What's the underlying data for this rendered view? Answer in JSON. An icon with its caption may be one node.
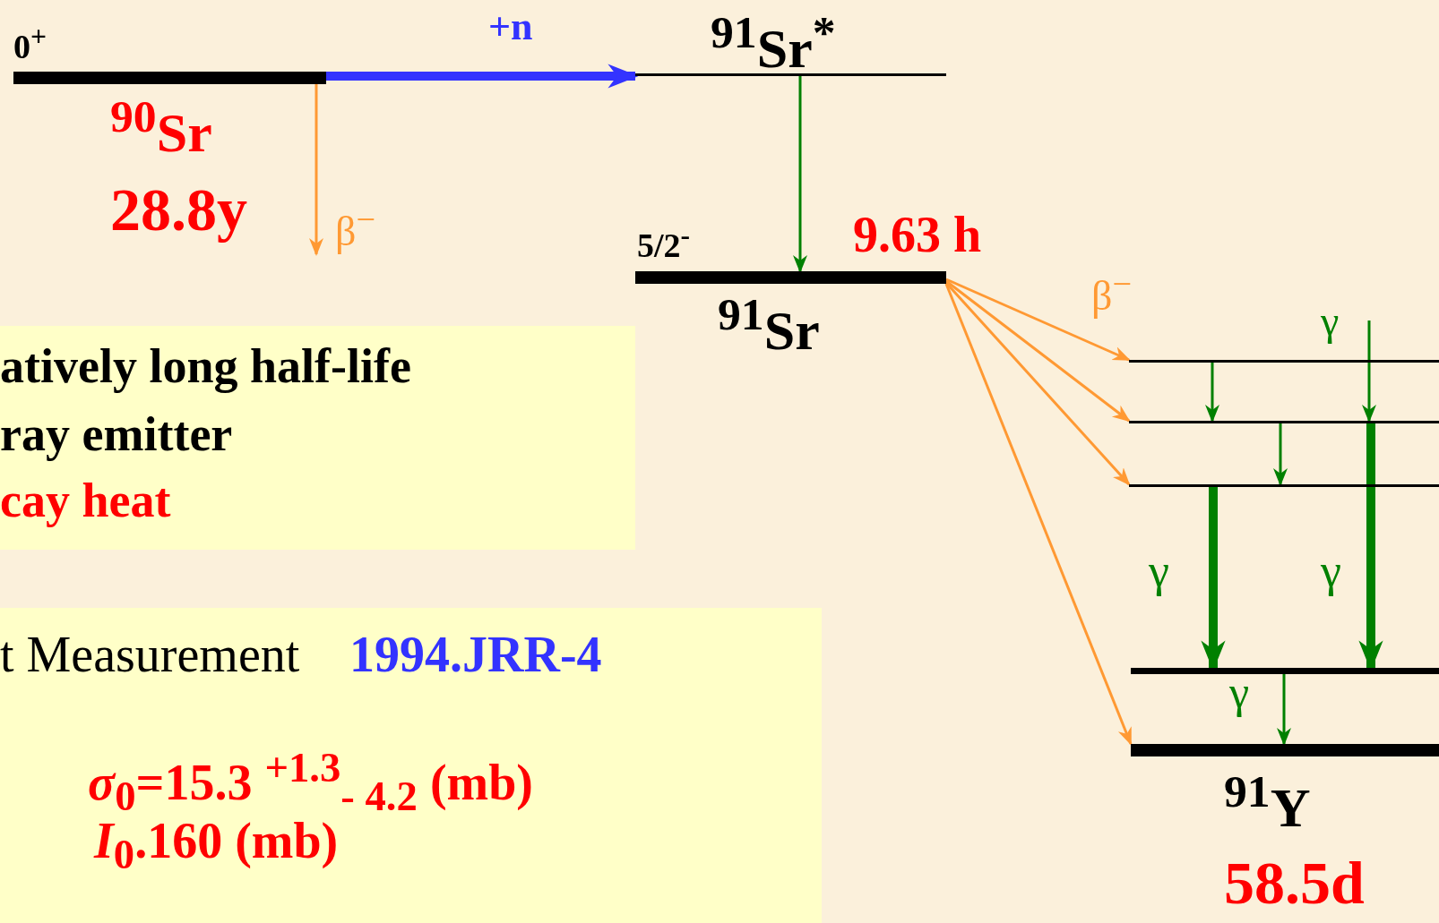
{
  "diagram": {
    "nodes": [
      {
        "text": [
          "0$^{+}$"
        ],
        "beside": [
          "$^{90}$Sr",
          "28.8y"
        ]
      },
      {
        "text": [
          "$^{91}$Sr$^{*}$"
        ]
      },
      {
        "text": [
          "5/2$^{-}$"
        ],
        "beside": [
          "9.63 h",
          "$^{91}$Sr"
        ]
      },
      {
        "text": [],
        "shape": "bar"
      },
      {
        "text": [],
        "shape": "bar"
      },
      {
        "text": [],
        "shape": "bar"
      },
      {
        "text": [],
        "shape": "bar"
      },
      {
        "text": [],
        "shape": "bar",
        "beside": [
          "$^{91}$Y",
          "58.5d"
        ]
      },
      {
        "text": [
          "atively long half-life",
          "ray emitter",
          "cay heat"
        ]
      },
      {
        "text": [
          "t Measurement",
          "1994.JRR-4",
          "*σ*$_{0}$=15.3 $^{+1.3}$$_{- 4.2}$ (mb)",
          "*I*$_{0}$.160 (mb)"
        ]
      }
    ],
    "edges": [
      {
        "from": 0,
        "to": 1,
        "arrow": "to",
        "label": "+n",
        "style": "thick",
        "color": "#3333ff"
      },
      {
        "from": 0,
        "to": null,
        "arrow": "to",
        "label": "β$^{−}$",
        "color": "#ff9933"
      },
      {
        "from": 1,
        "to": 2,
        "arrow": "to"
      },
      {
        "from": 2,
        "to": 3,
        "arrow": "to",
        "label": "β$^{−}$",
        "color": "#ff9933"
      },
      {
        "from": 2,
        "to": 4,
        "arrow": "to",
        "color": "#ff9933"
      },
      {
        "from": 2,
        "to": 5,
        "arrow": "to",
        "color": "#ff9933"
      },
      {
        "from": 2,
        "to": 7,
        "arrow": "to",
        "color": "#ff9933"
      },
      {
        "from": 3,
        "to": 4,
        "arrow": "to"
      },
      {
        "from": null,
        "to": 4,
        "arrow": "to",
        "label": "γ"
      },
      {
        "from": 4,
        "to": 5,
        "arrow": "to"
      },
      {
        "from": 5,
        "to": 6,
        "arrow": "to",
        "label": "γ",
        "style": "thick"
      },
      {
        "from": 4,
        "to": 6,
        "arrow": "to",
        "label": "γ",
        "style": "thick"
      },
      {
        "from": 6,
        "to": 7,
        "arrow": "to",
        "label": "γ"
      }
    ]
  }
}
